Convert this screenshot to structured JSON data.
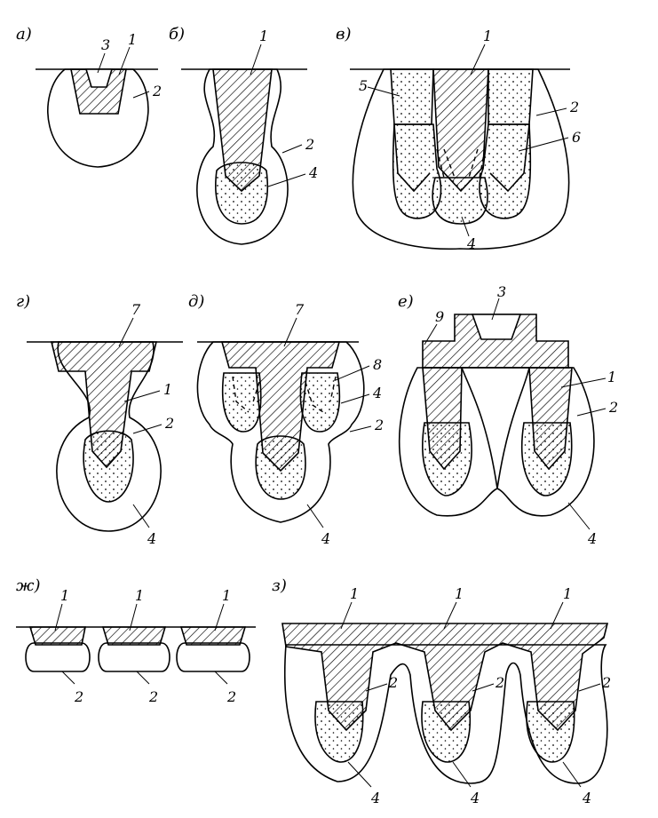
{
  "panels": {
    "a": "а)",
    "b": "б)",
    "v": "в)",
    "g": "г)",
    "d": "д)",
    "e": "е)",
    "zh": "ж)",
    "z": "з)"
  },
  "numbers": {
    "n1": "1",
    "n2": "2",
    "n3": "3",
    "n4": "4",
    "n5": "5",
    "n6": "6",
    "n7": "7",
    "n8": "8",
    "n9": "9"
  }
}
